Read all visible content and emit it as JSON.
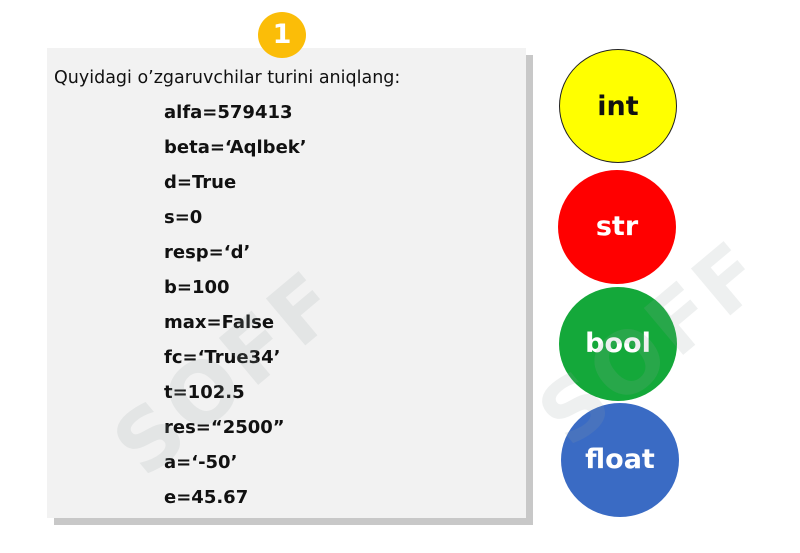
{
  "badge": {
    "number": "1",
    "color": "#fbbd08"
  },
  "instruction": "Quyidagi o’zgaruvchilar turini aniqlang:",
  "variables": [
    "alfa=579413",
    "beta=‘Aqlbek’",
    "d=True",
    "s=0",
    "resp=‘d’",
    "b=100",
    "max=False",
    "fc=‘True34’",
    "t=102.5",
    "res=“2500”",
    "a=‘-50’",
    "e=45.67"
  ],
  "types": [
    {
      "label": "int",
      "bg": "#ffff00",
      "fg": "#111111"
    },
    {
      "label": "str",
      "bg": "#ff0000",
      "fg": "#ffffff"
    },
    {
      "label": "bool",
      "bg": "#14a83a",
      "fg": "#ffffff"
    },
    {
      "label": "float",
      "bg": "#3a6bc4",
      "fg": "#ffffff"
    }
  ],
  "watermark": "SOFF"
}
